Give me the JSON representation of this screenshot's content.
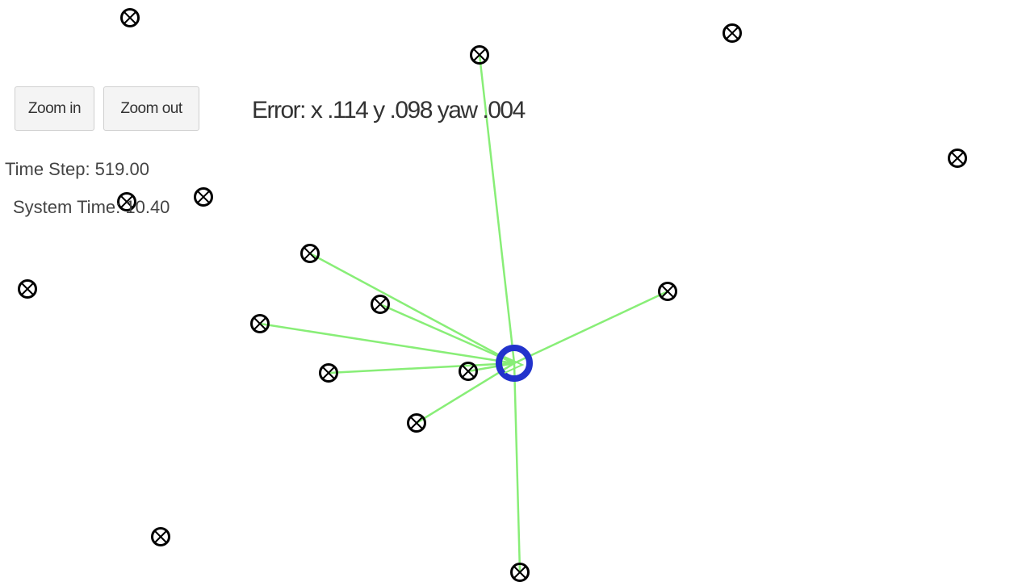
{
  "controls": {
    "zoom_in_label": "Zoom in",
    "zoom_out_label": "Zoom out"
  },
  "status": {
    "time_step": "Time Step: 519.00",
    "system_time": "System Time: 10.40"
  },
  "error_readout": "Error: x .114 y .098 yaw .004",
  "colors": {
    "background": "#ffffff",
    "landmark": "#000000",
    "vehicle": "#2233cc",
    "observation_line": "#88ee77"
  },
  "icons": {
    "landmark": "landmark-marker-icon",
    "vehicle": "vehicle-icon"
  }
}
